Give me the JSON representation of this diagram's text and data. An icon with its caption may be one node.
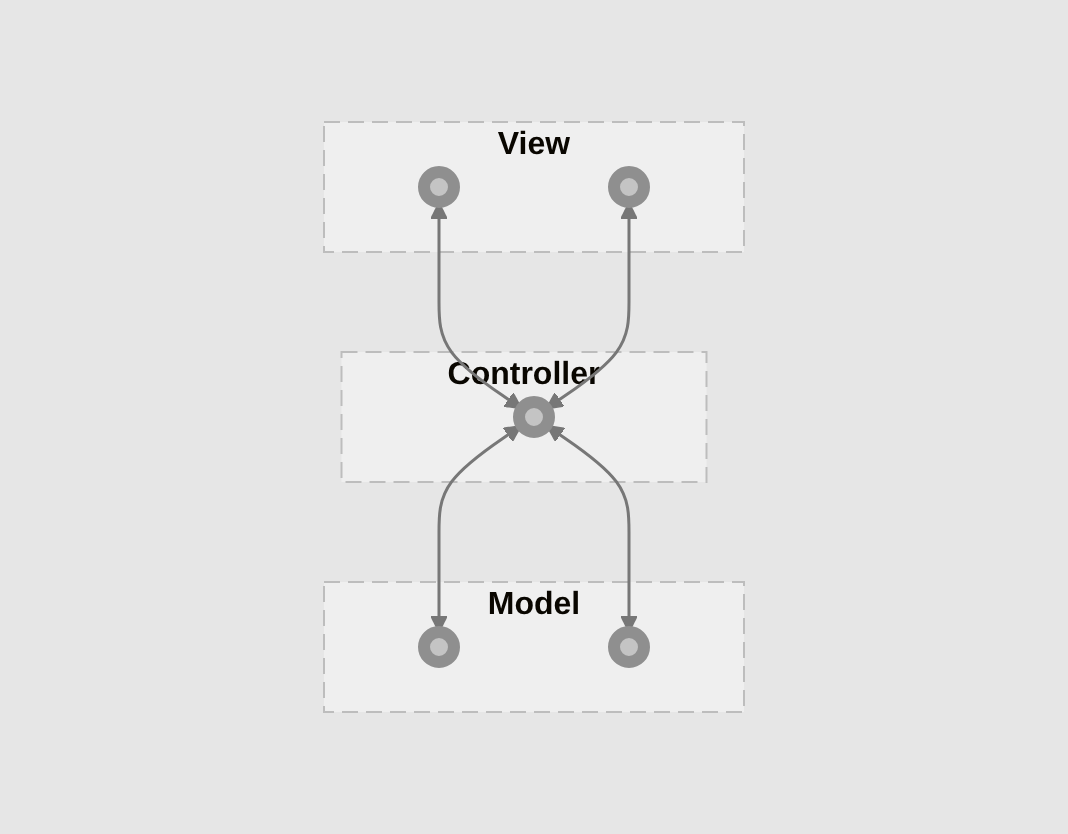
{
  "diagram": {
    "nodes": [
      {
        "text": [
          "View"
        ]
      },
      {
        "text": [],
        "shape": "circle",
        "in": 0
      },
      {
        "text": [],
        "shape": "circle",
        "in": 0
      },
      {
        "text": [
          "Controller"
        ]
      },
      {
        "text": [],
        "shape": "circle",
        "in": 3
      },
      {
        "text": [
          "Model"
        ]
      },
      {
        "text": [],
        "shape": "circle",
        "in": 5
      },
      {
        "text": [],
        "shape": "circle",
        "in": 5
      }
    ],
    "edges": [
      {
        "from": 1,
        "to": 4,
        "arrow": "both"
      },
      {
        "from": 2,
        "to": 4,
        "arrow": "both"
      },
      {
        "from": 4,
        "to": 6,
        "arrow": "both"
      },
      {
        "from": 4,
        "to": 7,
        "arrow": "both"
      }
    ]
  }
}
